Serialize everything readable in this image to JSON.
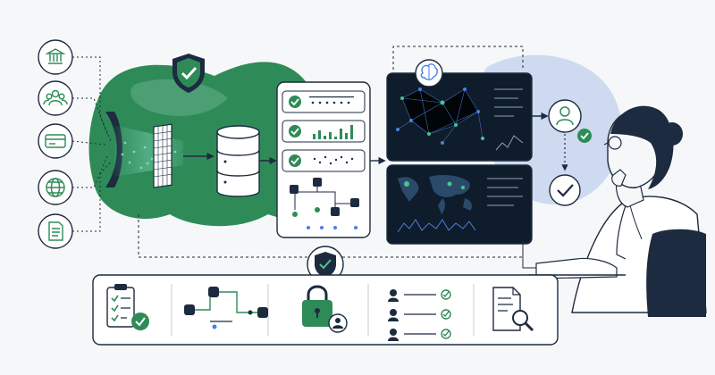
{
  "palette": {
    "navy": "#1c2b3f",
    "green": "#2e8b57",
    "green_dark": "#1f6e43",
    "green_light": "#5fae86",
    "teal_glow": "#7fd6b8",
    "blue_blob": "#c9d6ee",
    "panel_bg": "#0f1c2b",
    "node_blue": "#4a7fe0",
    "node_green": "#4cc38a",
    "bg": "#f6f7f9"
  },
  "icons": {
    "sources": [
      "bank-icon",
      "users-icon",
      "credit-card-icon",
      "globe-icon",
      "document-icon"
    ],
    "top_shield": "shield-check-icon",
    "bottom_shield": "shield-check-icon",
    "brain": "brain-icon",
    "person_badge": "person-verified-icon",
    "approve": "check-circle-icon",
    "bottom_panel": [
      "checklist-icon",
      "data-flow-icon",
      "padlock-user-icon",
      "user-approval-list-icon",
      "document-search-icon"
    ]
  },
  "checklist": {
    "rows": [
      {
        "status": "checked",
        "visual": "dots"
      },
      {
        "status": "checked",
        "visual": "bars"
      },
      {
        "status": "checked",
        "visual": "scatter"
      }
    ]
  },
  "dashboard": {
    "top_panel": "neural-network-graph",
    "bottom_panel": "world-map-heat"
  }
}
